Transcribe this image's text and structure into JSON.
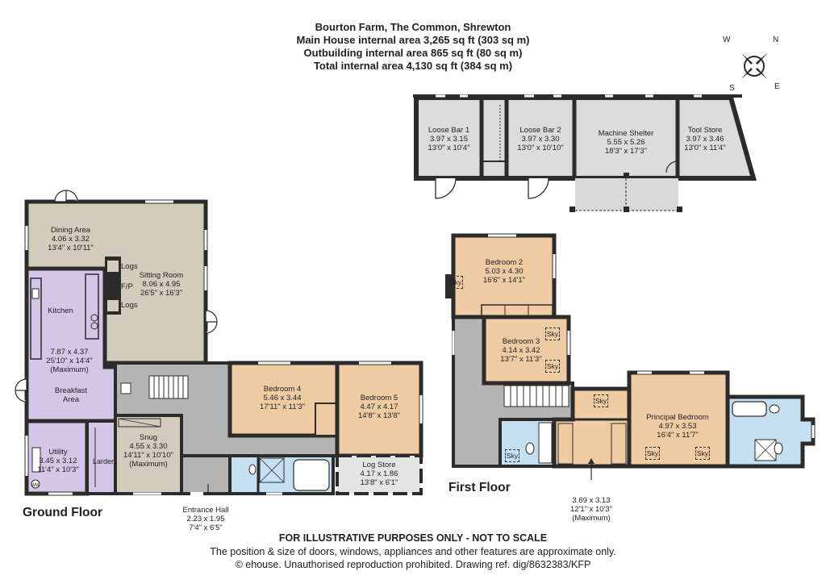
{
  "header": {
    "line1": "Bourton Farm, The Common, Shrewton",
    "line2": "Main House internal area 3,265 sq ft (303 sq m)",
    "line3": "Outbuilding internal area 865 sq ft (80 sq m)",
    "line4": "Total internal area 4,130 sq ft (384 sq m)"
  },
  "compass": {
    "n": "N",
    "e": "E",
    "s": "S",
    "w": "W"
  },
  "floors": {
    "ground": "Ground Floor",
    "first": "First Floor"
  },
  "colors": {
    "wall": "#2b2b2b",
    "living": "#d3cbbb",
    "kitchen": "#d4c6e6",
    "bedroom": "#efcba4",
    "hall": "#b4b4b4",
    "bathroom": "#c4e0f2",
    "outbuilding": "#dcdcdc",
    "store": "#e4e4e4"
  },
  "rooms": {
    "loose_bar_1": {
      "name": "Loose Bar 1",
      "metric": "3.97 x 3.15",
      "imperial": "13'0\" x 10'4\""
    },
    "loose_bar_2": {
      "name": "Loose Bar 2",
      "metric": "3.97 x 3.30",
      "imperial": "13'0\" x 10'10\""
    },
    "machine_shelter": {
      "name": "Machine Shelter",
      "metric": "5.55 x 5.26",
      "imperial": "18'3\" x 17'3\""
    },
    "tool_store": {
      "name": "Tool Store",
      "metric": "3.97 x 3.46",
      "imperial": "13'0\" x 11'4\""
    },
    "dining": {
      "name": "Dining Area",
      "metric": "4.06 x 3.32",
      "imperial": "13'4\" x 10'11\""
    },
    "sitting": {
      "name": "Sitting Room",
      "metric": "8.06 x 4.95",
      "imperial": "26'5\" x 16'3\""
    },
    "logs_top": "Logs",
    "fp": "F/P",
    "logs_bottom": "Logs",
    "kitchen_label": "Kitchen",
    "kitchen_breakfast": {
      "metric": "7.87 x 4.37",
      "imperial": "25'10\" x 14'4\"",
      "note": "(Maximum)",
      "name1": "Breakfast",
      "name2": "Area"
    },
    "utility": {
      "name": "Utility",
      "metric": "3.45 x 3.12",
      "imperial": "11'4\" x 10'3\""
    },
    "larder": "Larder",
    "wm": "WM",
    "snug": {
      "name": "Snug",
      "metric": "4.55 x 3.30",
      "imperial": "14'11\" x 10'10\"",
      "note": "(Maximum)"
    },
    "entrance": {
      "name": "Entrance Hall",
      "metric": "2.23 x 1.95",
      "imperial": "7'4\" x 6'5\""
    },
    "bedroom4": {
      "name": "Bedroom 4",
      "metric": "5.46 x 3.44",
      "imperial": "17'11\" x 11'3\""
    },
    "bedroom5": {
      "name": "Bedroom 5",
      "metric": "4.47 x 4.17",
      "imperial": "14'8\" x 13'8\""
    },
    "log_store": {
      "name": "Log Store",
      "metric": "4.17 x 1.86",
      "imperial": "13'8\" x 6'1\""
    },
    "bedroom2": {
      "name": "Bedroom 2",
      "metric": "5.03 x 4.30",
      "imperial": "16'6\" x 14'1\""
    },
    "bedroom3": {
      "name": "Bedroom 3",
      "metric": "4.14 x 3.42",
      "imperial": "13'7\" x 11'3\""
    },
    "principal": {
      "name": "Principal Bedroom",
      "metric": "4.97 x 3.53",
      "imperial": "16'4\" x 11'7\""
    },
    "dressing": {
      "metric": "3.69 x 3.13",
      "imperial": "12'1\" x 10'3\"",
      "note": "(Maximum)"
    },
    "sky": "Sky"
  },
  "footer": {
    "line1": "FOR ILLUSTRATIVE PURPOSES ONLY - NOT TO SCALE",
    "line2": "The position & size of doors, windows, appliances and other features are approximate only.",
    "line3": "© ehouse. Unauthorised reproduction prohibited. Drawing ref. dig/8632383/KFP"
  }
}
